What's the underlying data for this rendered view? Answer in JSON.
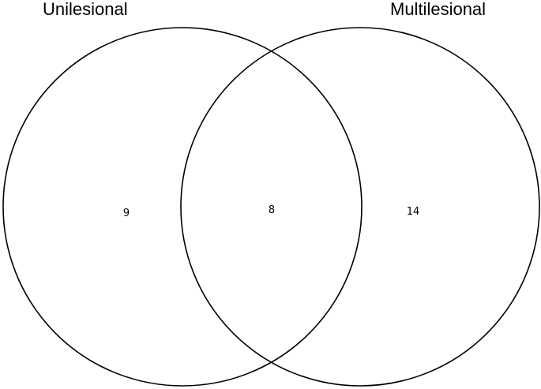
{
  "sets": [
    {
      "name": "Unilesional",
      "only_count": "9"
    },
    {
      "name": "Multilesional",
      "only_count": "14"
    }
  ],
  "intersection_count": "8",
  "colors": {
    "stroke": "#000000",
    "background": "#ffffff",
    "text": "#000000"
  }
}
